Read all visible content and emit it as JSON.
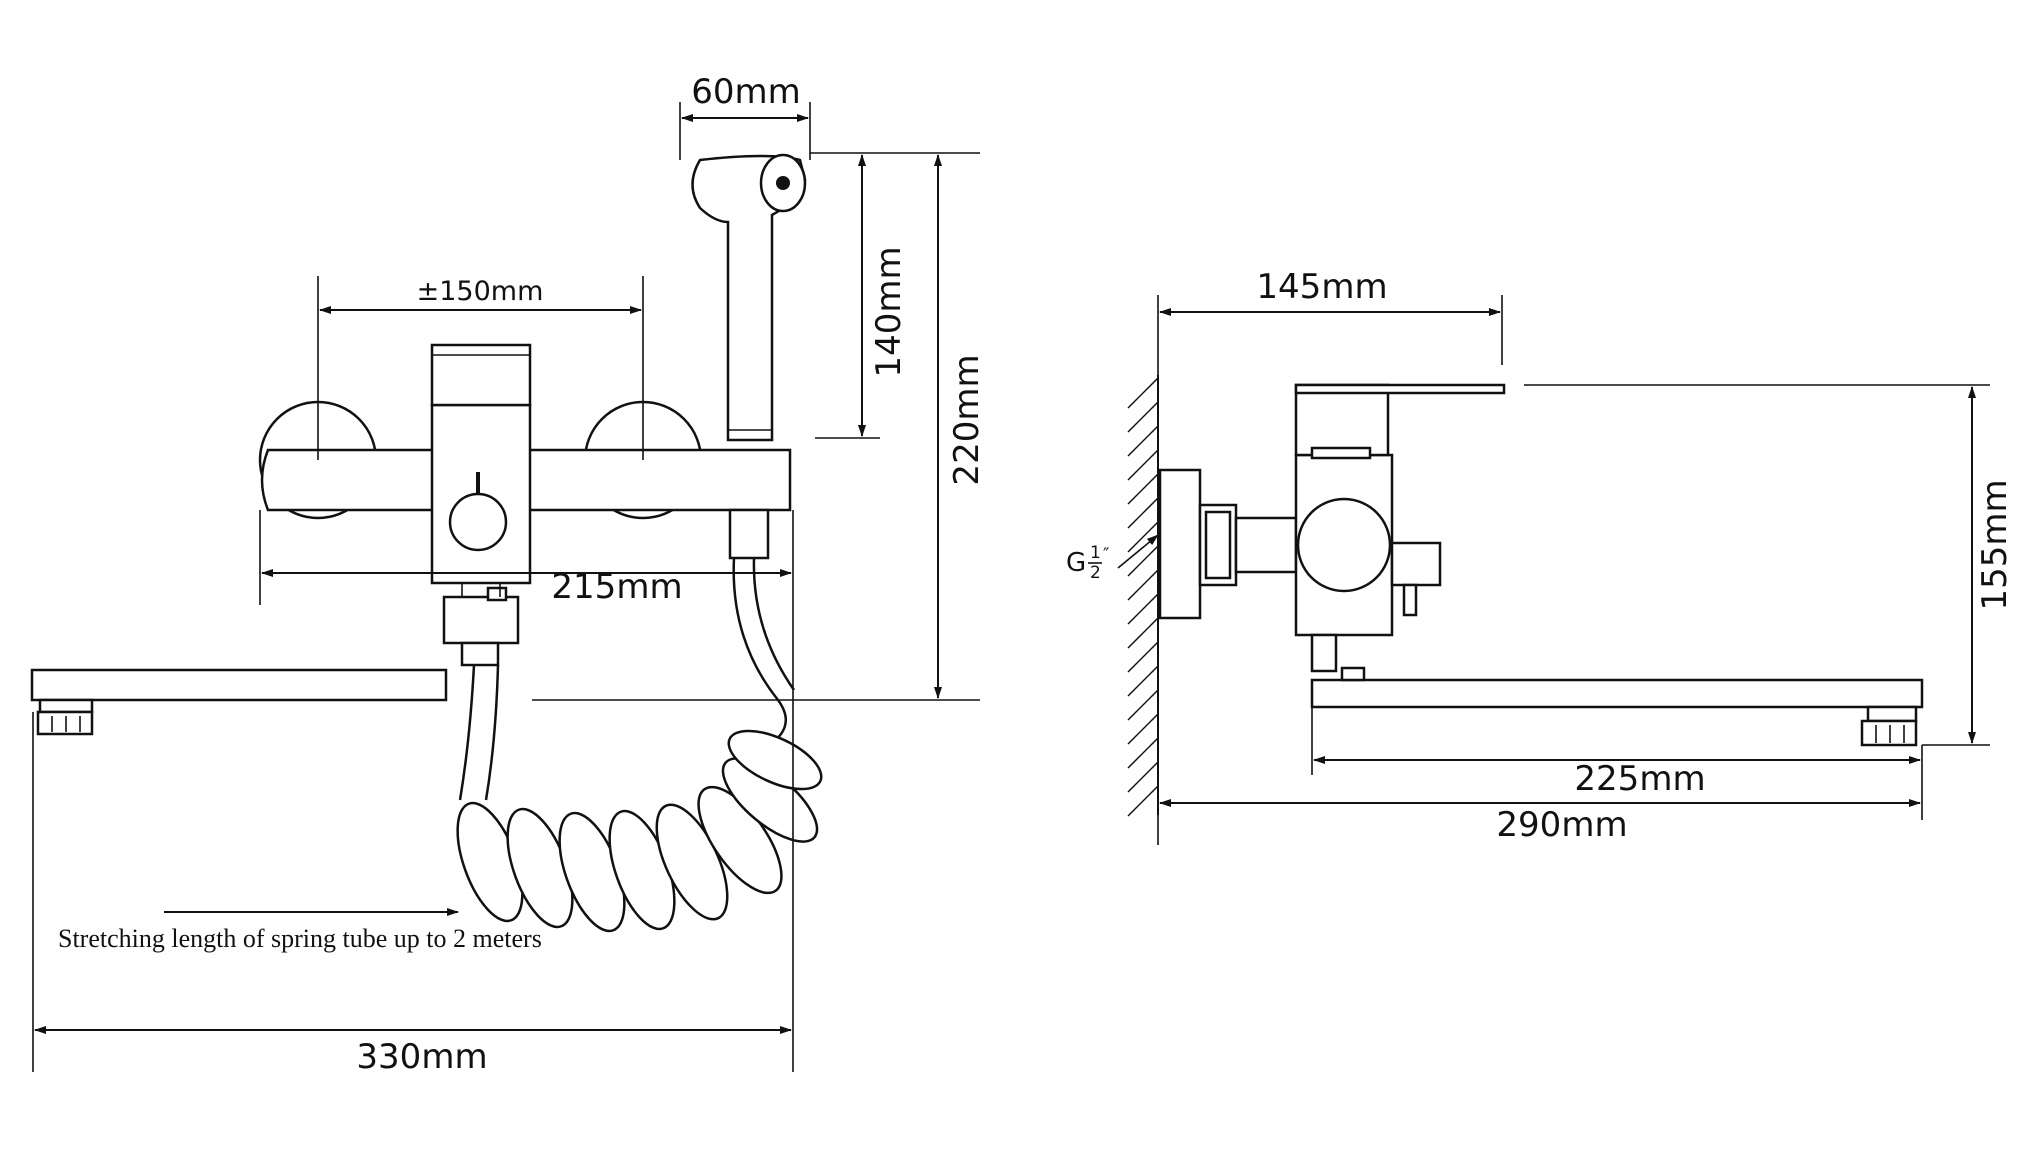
{
  "front_view": {
    "dim_sprayer_width": "60mm",
    "dim_wall_spacing": "±150mm",
    "dim_sprayer_height": "140mm",
    "dim_total_height": "220mm",
    "dim_body_width": "215mm",
    "dim_total_width": "330mm",
    "note": "Stretching length of spring tube up to 2 meters"
  },
  "side_view": {
    "dim_wall_to_lever": "145mm",
    "dim_height": "155mm",
    "dim_spout_length": "225mm",
    "dim_total_depth": "290mm",
    "thread_label": "G",
    "thread_frac_num": "1",
    "thread_frac_den": "2",
    "thread_inch": "″"
  }
}
